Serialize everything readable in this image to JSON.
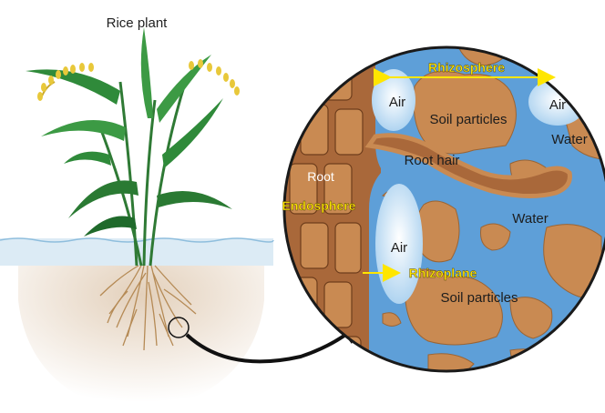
{
  "title": "Rice plant",
  "labels": {
    "rhizosphere": "Rhizosphere",
    "air_top_left": "Air",
    "air_top_right": "Air",
    "soil_particles_top": "Soil particles",
    "water_right": "Water",
    "root": "Root",
    "root_hair": "Root hair",
    "endosphere": "Endosphere",
    "water_middle": "Water",
    "air_bottom": "Air",
    "rhizoplane": "Rhizoplane",
    "soil_particles_bottom": "Soil particles"
  },
  "colors": {
    "water": "#5e9fd8",
    "soil": "#c98a52",
    "root": "#a9683a",
    "air": "#e8f4fc",
    "highlight": "#ffe600",
    "plant": "#2f8a3a",
    "grain": "#e8c83a",
    "ground": "#d9c4ad"
  }
}
